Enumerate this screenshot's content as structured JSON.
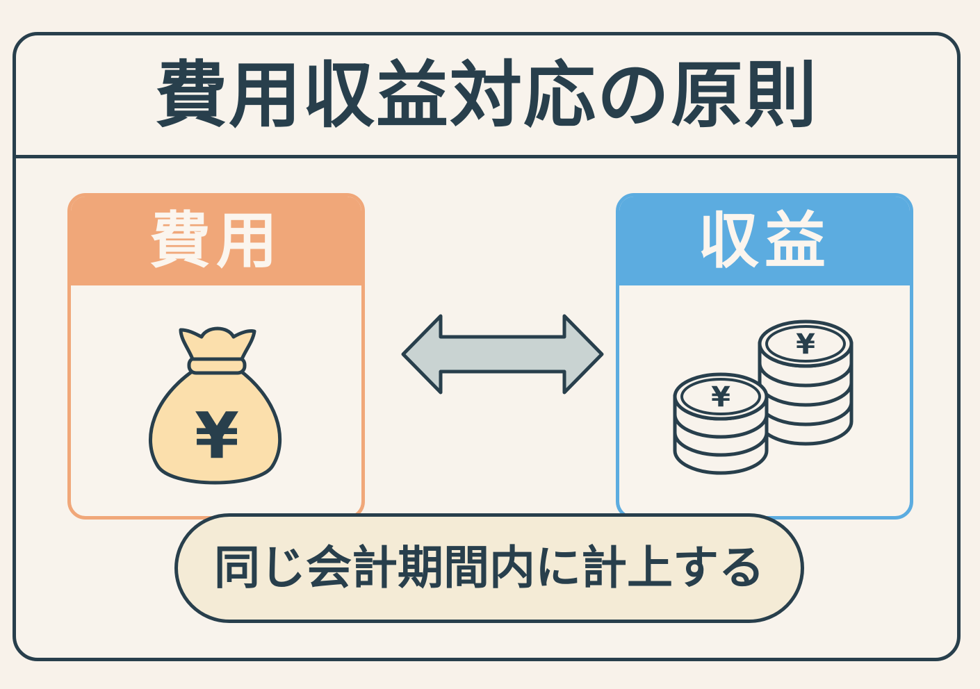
{
  "title": "費用収益対応の原則",
  "expense": {
    "label": "費用",
    "icon": "money-bag-yen-icon",
    "color": "#f0a779"
  },
  "revenue": {
    "label": "収益",
    "icon": "yen-coin-stacks-icon",
    "color": "#5cace0"
  },
  "connector": {
    "icon": "double-headed-arrow-icon",
    "color": "#c9d3d2"
  },
  "yen_symbol": "¥",
  "note": "同じ会計期間内に計上する",
  "colors": {
    "ink": "#283f4c",
    "background": "#f8f3ec",
    "pill_fill": "#f4ebd6",
    "bag_fill": "#fbdfac"
  }
}
